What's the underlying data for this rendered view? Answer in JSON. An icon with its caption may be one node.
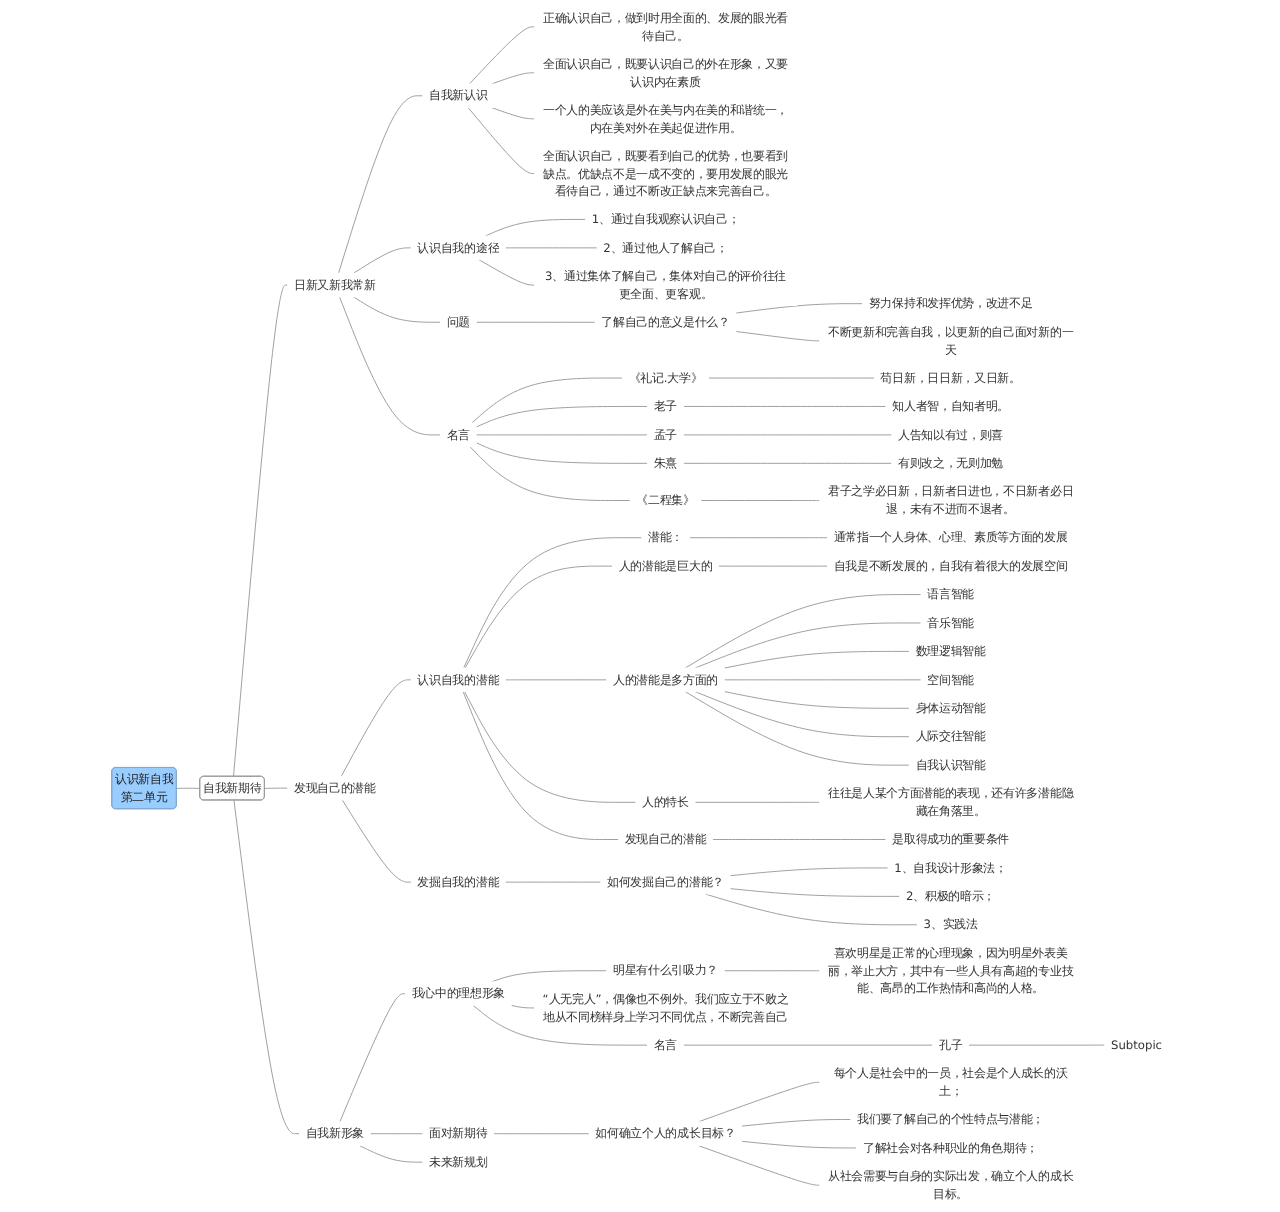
{
  "diagram": {
    "nodes": [
      {
        "text": [
          "认识新自我",
          "第二单元"
        ]
      },
      {
        "text": [
          "自我新期待"
        ]
      },
      {
        "text": [
          "日新又新我常新"
        ]
      },
      {
        "text": [
          "自我新认识"
        ]
      },
      {
        "text": [
          "正确认识自己，做到时用全面的、发展的眼光看待自己。"
        ]
      },
      {
        "text": [
          "全面认识自己，既要认识自己的外在形象，又要认识内在素质"
        ]
      },
      {
        "text": [
          "一个人的美应该是外在美与内在美的和谐统一，内在美对外在美起促进作用。"
        ]
      },
      {
        "text": [
          "全面认识自己，既要看到自己的优势，也要看到缺点。优缺点不是一成不变的，要用发展的眼光看待自己，通过不断改正缺点来完善自己。"
        ]
      },
      {
        "text": [
          "认识自我的途径"
        ]
      },
      {
        "text": [
          "1、通过自我观察认识自己；"
        ]
      },
      {
        "text": [
          "2、通过他人了解自己；"
        ]
      },
      {
        "text": [
          "3、通过集体了解自己，集体对自己的评价往往更全面、更客观。"
        ]
      },
      {
        "text": [
          "问题"
        ]
      },
      {
        "text": [
          "了解自己的意义是什么？"
        ]
      },
      {
        "text": [
          "努力保持和发挥优势，改进不足"
        ]
      },
      {
        "text": [
          "不断更新和完善自我，以更新的自己面对新的一天"
        ]
      },
      {
        "text": [
          "名言"
        ]
      },
      {
        "text": [
          "《礼记.大学》"
        ]
      },
      {
        "text": [
          "苟日新，日日新，又日新。"
        ]
      },
      {
        "text": [
          "老子"
        ]
      },
      {
        "text": [
          "知人者智，自知者明。"
        ]
      },
      {
        "text": [
          "孟子"
        ]
      },
      {
        "text": [
          "人告知以有过，则喜"
        ]
      },
      {
        "text": [
          "朱熹"
        ]
      },
      {
        "text": [
          "有则改之，无则加勉"
        ]
      },
      {
        "text": [
          "《二程集》"
        ]
      },
      {
        "text": [
          "君子之学必日新，日新者日进也，不日新者必日退，未有不进而不退者。"
        ]
      },
      {
        "text": [
          "发现自己的潜能"
        ]
      },
      {
        "text": [
          "认识自我的潜能"
        ]
      },
      {
        "text": [
          "潜能："
        ]
      },
      {
        "text": [
          "通常指一个人身体、心理、素质等方面的发展"
        ]
      },
      {
        "text": [
          "人的潜能是巨大的"
        ]
      },
      {
        "text": [
          "自我是不断发展的，自我有着很大的发展空间"
        ]
      },
      {
        "text": [
          "人的潜能是多方面的"
        ]
      },
      {
        "text": [
          "语言智能"
        ]
      },
      {
        "text": [
          "音乐智能"
        ]
      },
      {
        "text": [
          "数理逻辑智能"
        ]
      },
      {
        "text": [
          "空间智能"
        ]
      },
      {
        "text": [
          "身体运动智能"
        ]
      },
      {
        "text": [
          "人际交往智能"
        ]
      },
      {
        "text": [
          "自我认识智能"
        ]
      },
      {
        "text": [
          "人的特长"
        ]
      },
      {
        "text": [
          "往往是人某个方面潜能的表现，还有许多潜能隐藏在角落里。"
        ]
      },
      {
        "text": [
          "发现自己的潜能"
        ]
      },
      {
        "text": [
          "是取得成功的重要条件"
        ]
      },
      {
        "text": [
          "发掘自我的潜能"
        ]
      },
      {
        "text": [
          "如何发掘自己的潜能？"
        ]
      },
      {
        "text": [
          "1、自我设计形象法；"
        ]
      },
      {
        "text": [
          "2、积极的暗示；"
        ]
      },
      {
        "text": [
          "3、实践法"
        ]
      },
      {
        "text": [
          "自我新形象"
        ]
      },
      {
        "text": [
          "我心中的理想形象"
        ]
      },
      {
        "text": [
          "明星有什么引吸力？"
        ]
      },
      {
        "text": [
          "喜欢明星是正常的心理现象，因为明星外表美丽，举止大方，其中有一些人具有高超的专业技能、高昂的工作热情和高尚的人格。"
        ]
      },
      {
        "text": [
          "“人无完人”，偶像也不例外。我们应立于不败之地从不同榜样身上学习不同优点，不断完善自己"
        ]
      },
      {
        "text": [
          "名言"
        ]
      },
      {
        "text": [
          "孔子"
        ]
      },
      {
        "text": [
          "Subtopic"
        ]
      },
      {
        "text": [
          "面对新期待"
        ]
      },
      {
        "text": [
          "如何确立个人的成长目标？"
        ]
      },
      {
        "text": [
          "每个人是社会中的一员，社会是个人成长的沃土；"
        ]
      },
      {
        "text": [
          "我们要了解自己的个性特点与潜能；"
        ]
      },
      {
        "text": [
          "了解社会对各种职业的角色期待；"
        ]
      },
      {
        "text": [
          "从社会需要与自身的实际出发，确立个人的成长目标。"
        ]
      },
      {
        "text": [
          "未来新规划"
        ]
      }
    ],
    "edges": [
      {
        "from": 0,
        "to": 1,
        "arrow": "none"
      },
      {
        "from": 1,
        "to": 2,
        "arrow": "none"
      },
      {
        "from": 2,
        "to": 3,
        "arrow": "none"
      },
      {
        "from": 3,
        "to": 4,
        "arrow": "none"
      },
      {
        "from": 3,
        "to": 5,
        "arrow": "none"
      },
      {
        "from": 3,
        "to": 6,
        "arrow": "none"
      },
      {
        "from": 3,
        "to": 7,
        "arrow": "none"
      },
      {
        "from": 2,
        "to": 8,
        "arrow": "none"
      },
      {
        "from": 8,
        "to": 9,
        "arrow": "none"
      },
      {
        "from": 8,
        "to": 10,
        "arrow": "none"
      },
      {
        "from": 8,
        "to": 11,
        "arrow": "none"
      },
      {
        "from": 2,
        "to": 12,
        "arrow": "none"
      },
      {
        "from": 12,
        "to": 13,
        "arrow": "none"
      },
      {
        "from": 13,
        "to": 14,
        "arrow": "none"
      },
      {
        "from": 13,
        "to": 15,
        "arrow": "none"
      },
      {
        "from": 2,
        "to": 16,
        "arrow": "none"
      },
      {
        "from": 16,
        "to": 17,
        "arrow": "none"
      },
      {
        "from": 17,
        "to": 18,
        "arrow": "none"
      },
      {
        "from": 16,
        "to": 19,
        "arrow": "none"
      },
      {
        "from": 19,
        "to": 20,
        "arrow": "none"
      },
      {
        "from": 16,
        "to": 21,
        "arrow": "none"
      },
      {
        "from": 21,
        "to": 22,
        "arrow": "none"
      },
      {
        "from": 16,
        "to": 23,
        "arrow": "none"
      },
      {
        "from": 23,
        "to": 24,
        "arrow": "none"
      },
      {
        "from": 16,
        "to": 25,
        "arrow": "none"
      },
      {
        "from": 25,
        "to": 26,
        "arrow": "none"
      },
      {
        "from": 1,
        "to": 27,
        "arrow": "none"
      },
      {
        "from": 27,
        "to": 28,
        "arrow": "none"
      },
      {
        "from": 28,
        "to": 29,
        "arrow": "none"
      },
      {
        "from": 29,
        "to": 30,
        "arrow": "none"
      },
      {
        "from": 28,
        "to": 31,
        "arrow": "none"
      },
      {
        "from": 31,
        "to": 32,
        "arrow": "none"
      },
      {
        "from": 28,
        "to": 33,
        "arrow": "none"
      },
      {
        "from": 33,
        "to": 34,
        "arrow": "none"
      },
      {
        "from": 33,
        "to": 35,
        "arrow": "none"
      },
      {
        "from": 33,
        "to": 36,
        "arrow": "none"
      },
      {
        "from": 33,
        "to": 37,
        "arrow": "none"
      },
      {
        "from": 33,
        "to": 38,
        "arrow": "none"
      },
      {
        "from": 33,
        "to": 39,
        "arrow": "none"
      },
      {
        "from": 33,
        "to": 40,
        "arrow": "none"
      },
      {
        "from": 28,
        "to": 41,
        "arrow": "none"
      },
      {
        "from": 41,
        "to": 42,
        "arrow": "none"
      },
      {
        "from": 28,
        "to": 43,
        "arrow": "none"
      },
      {
        "from": 43,
        "to": 44,
        "arrow": "none"
      },
      {
        "from": 27,
        "to": 45,
        "arrow": "none"
      },
      {
        "from": 45,
        "to": 46,
        "arrow": "none"
      },
      {
        "from": 46,
        "to": 47,
        "arrow": "none"
      },
      {
        "from": 46,
        "to": 48,
        "arrow": "none"
      },
      {
        "from": 46,
        "to": 49,
        "arrow": "none"
      },
      {
        "from": 1,
        "to": 50,
        "arrow": "none"
      },
      {
        "from": 50,
        "to": 51,
        "arrow": "none"
      },
      {
        "from": 51,
        "to": 52,
        "arrow": "none"
      },
      {
        "from": 52,
        "to": 53,
        "arrow": "none"
      },
      {
        "from": 51,
        "to": 54,
        "arrow": "none"
      },
      {
        "from": 51,
        "to": 55,
        "arrow": "none"
      },
      {
        "from": 55,
        "to": 56,
        "arrow": "none"
      },
      {
        "from": 56,
        "to": 57,
        "arrow": "none"
      },
      {
        "from": 50,
        "to": 58,
        "arrow": "none"
      },
      {
        "from": 58,
        "to": 59,
        "arrow": "none"
      },
      {
        "from": 59,
        "to": 60,
        "arrow": "none"
      },
      {
        "from": 59,
        "to": 61,
        "arrow": "none"
      },
      {
        "from": 59,
        "to": 62,
        "arrow": "none"
      },
      {
        "from": 59,
        "to": 63,
        "arrow": "none"
      },
      {
        "from": 50,
        "to": 64,
        "arrow": "none"
      }
    ]
  }
}
